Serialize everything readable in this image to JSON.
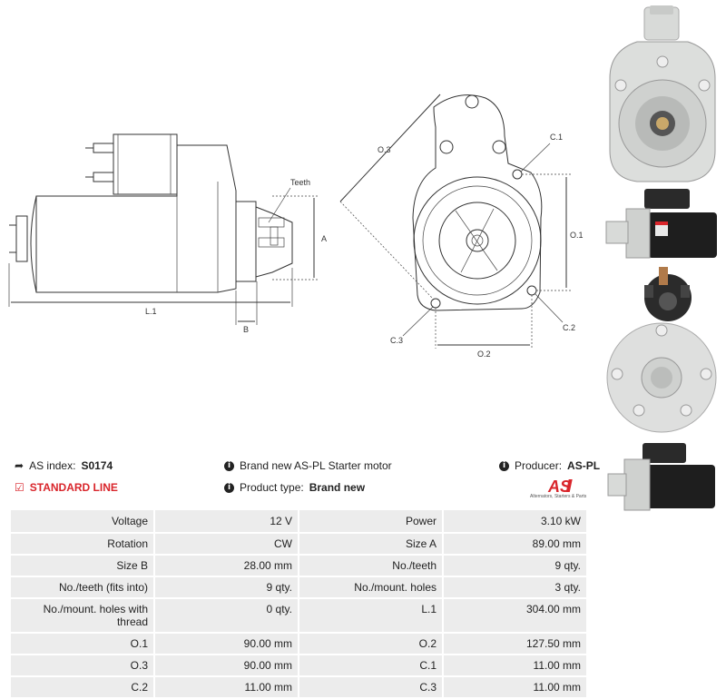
{
  "drawing": {
    "labels": {
      "teeth": "Teeth",
      "a": "A",
      "b": "B",
      "l1": "L.1",
      "o3": "O.3",
      "c1": "C.1",
      "o1": "O.1",
      "c2": "C.2",
      "c3": "C.3",
      "o2": "O.2"
    }
  },
  "info": {
    "as_index_label": "AS index:",
    "as_index_value": "S0174",
    "line": "STANDARD LINE",
    "description": "Brand new AS-PL Starter motor",
    "product_type_label": "Product type:",
    "product_type_value": "Brand new",
    "producer_label": "Producer:",
    "producer_value": "AS-PL",
    "logo_text": "AS",
    "logo_tagline": "Alternators, Starters & Parts"
  },
  "params": [
    {
      "l1": "Voltage",
      "v1": "12 V",
      "l2": "Power",
      "v2": "3.10 kW"
    },
    {
      "l1": "Rotation",
      "v1": "CW",
      "l2": "Size A",
      "v2": "89.00 mm"
    },
    {
      "l1": "Size B",
      "v1": "28.00 mm",
      "l2": "No./teeth",
      "v2": "9 qty."
    },
    {
      "l1": "No./teeth (fits into)",
      "v1": "9 qty.",
      "l2": "No./mount. holes",
      "v2": "3 qty."
    },
    {
      "l1": "No./mount. holes with thread",
      "v1": "0 qty.",
      "l2": "L.1",
      "v2": "304.00 mm"
    },
    {
      "l1": "O.1",
      "v1": "90.00 mm",
      "l2": "O.2",
      "v2": "127.50 mm"
    },
    {
      "l1": "O.3",
      "v1": "90.00 mm",
      "l2": "C.1",
      "v2": "11.00 mm"
    },
    {
      "l1": "C.2",
      "v1": "11.00 mm",
      "l2": "C.3",
      "v2": "11.00 mm"
    }
  ],
  "colors": {
    "accent": "#d9252b",
    "cell_bg": "#ececec"
  }
}
